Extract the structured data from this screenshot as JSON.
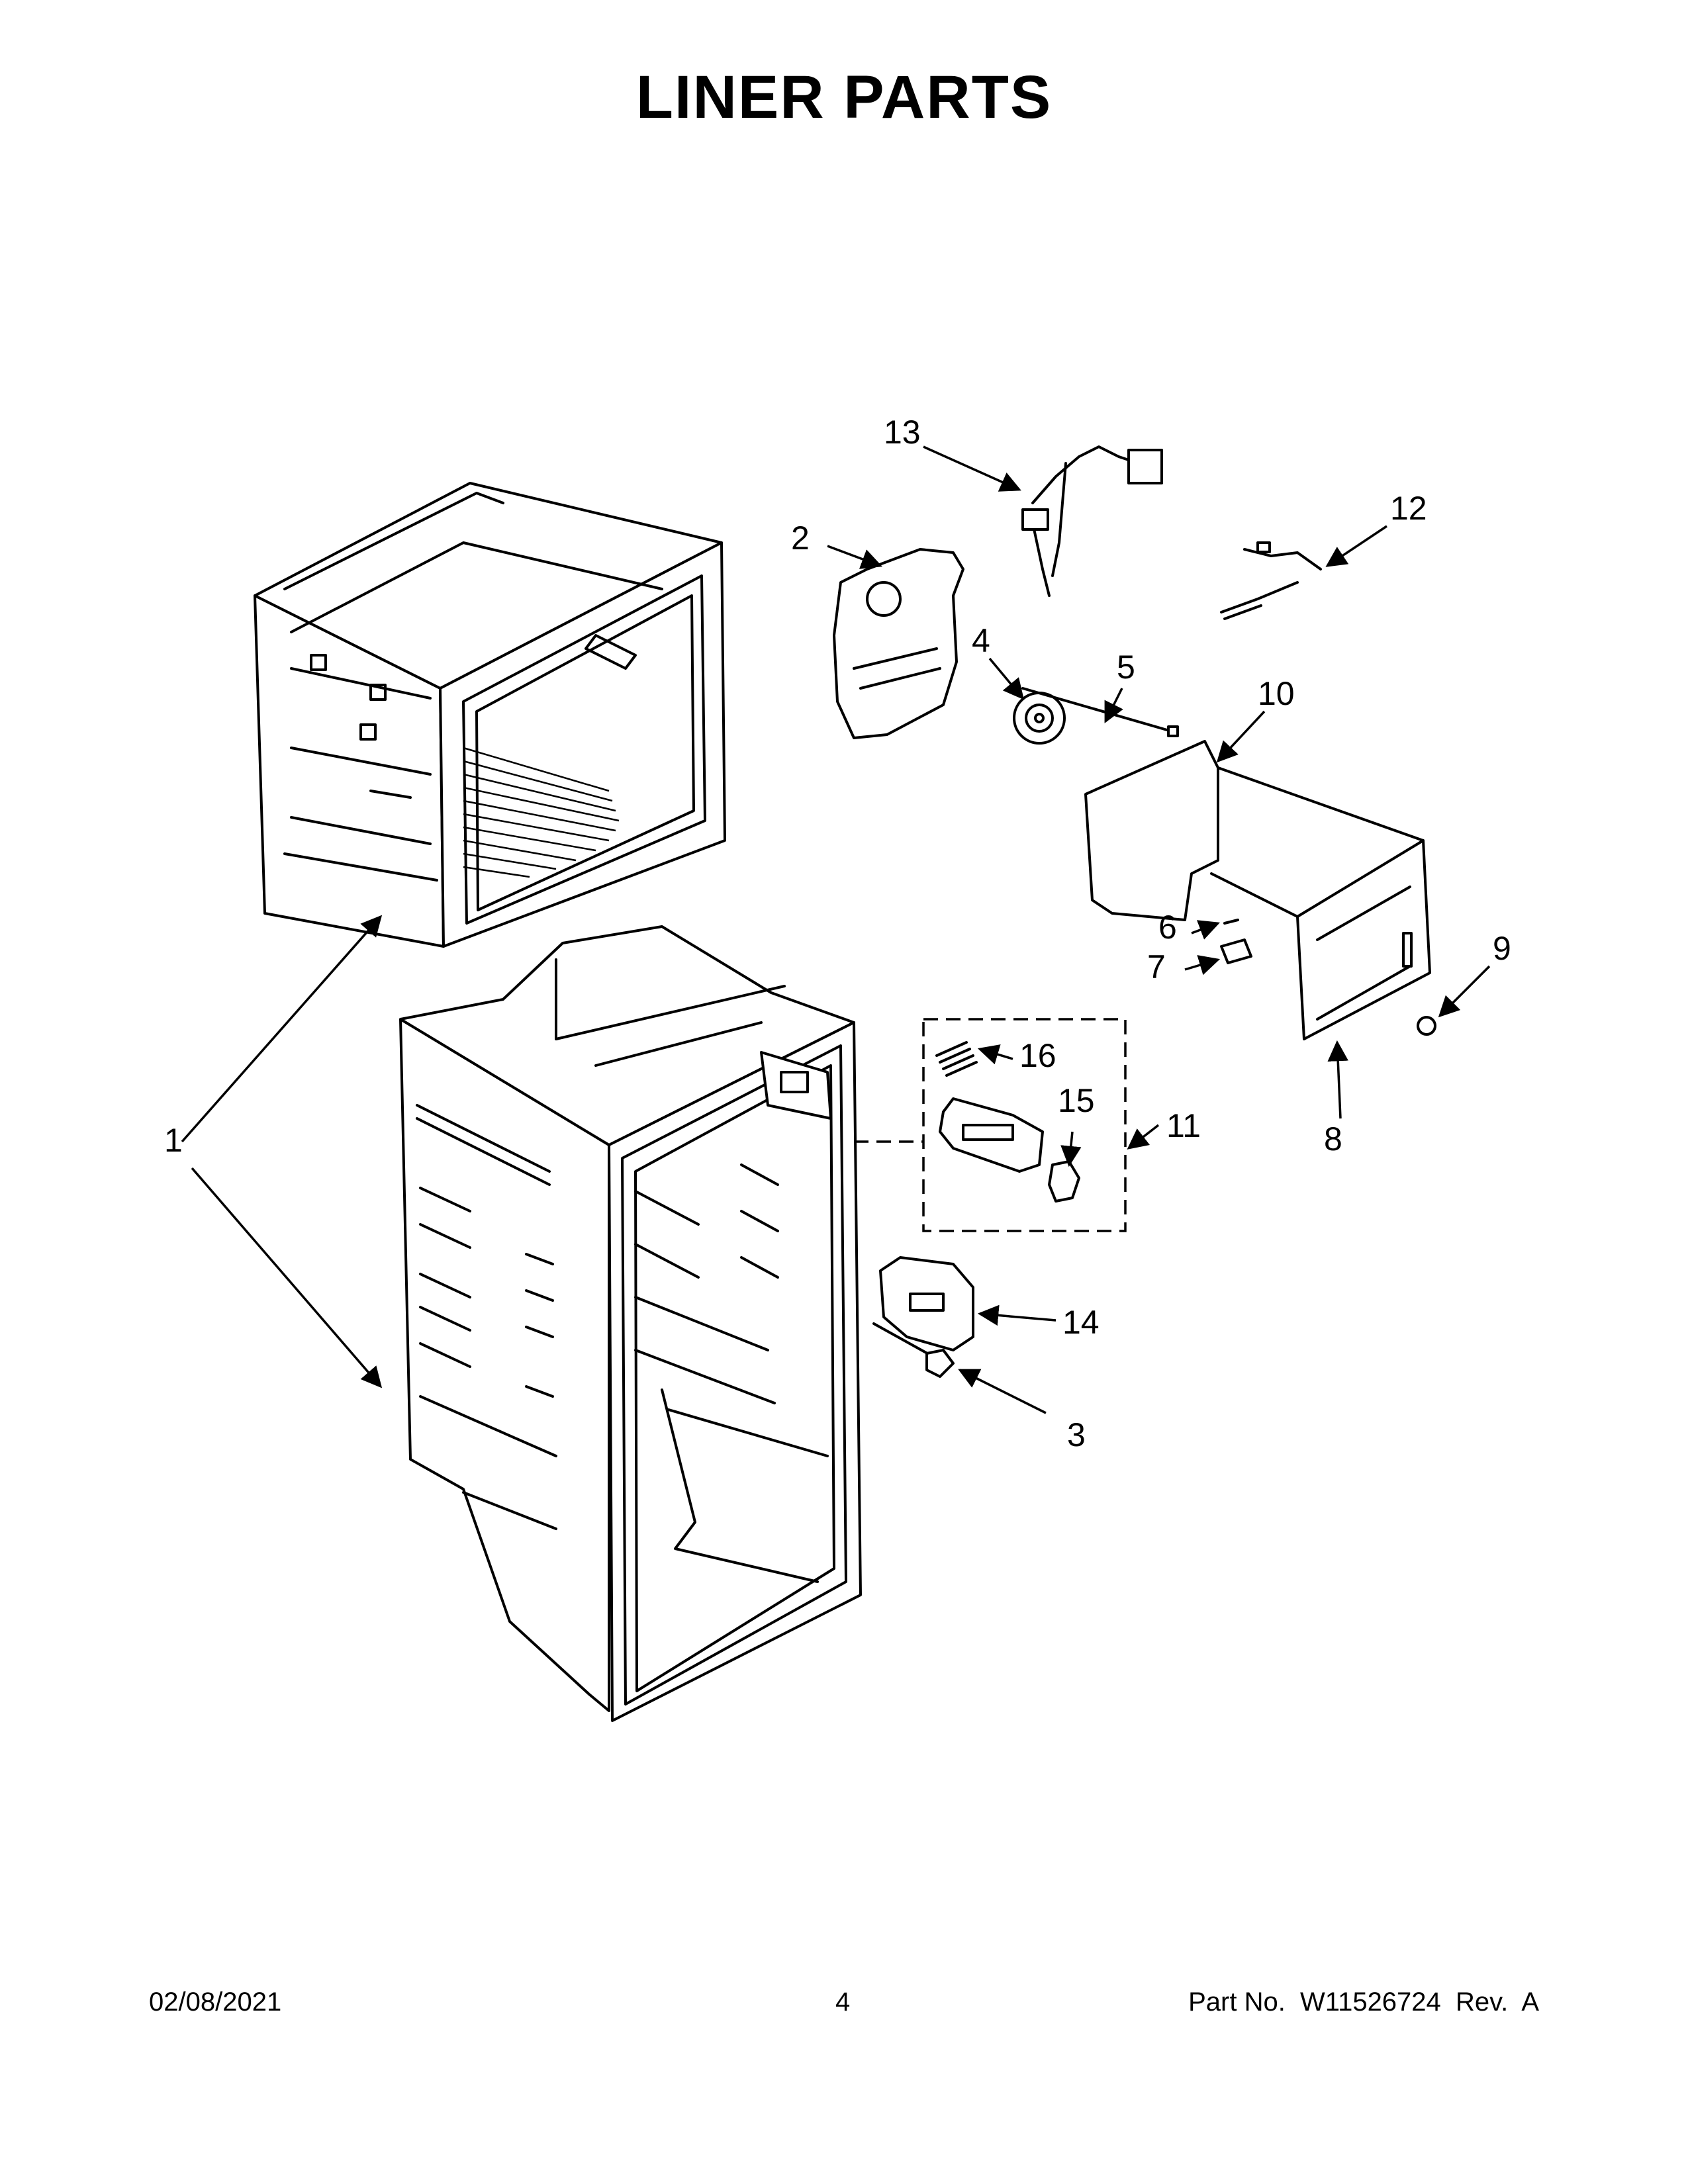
{
  "title": "LINER PARTS",
  "callouts": {
    "c1": "1",
    "c2": "2",
    "c3": "3",
    "c4": "4",
    "c5": "5",
    "c6": "6",
    "c7": "7",
    "c8": "8",
    "c9": "9",
    "c10": "10",
    "c11": "11",
    "c12": "12",
    "c13": "13",
    "c14": "14",
    "c15": "15",
    "c16": "16"
  },
  "footer": {
    "date": "02/08/2021",
    "page": "4",
    "part_no": "Part No.  W11526724  Rev.  A"
  }
}
